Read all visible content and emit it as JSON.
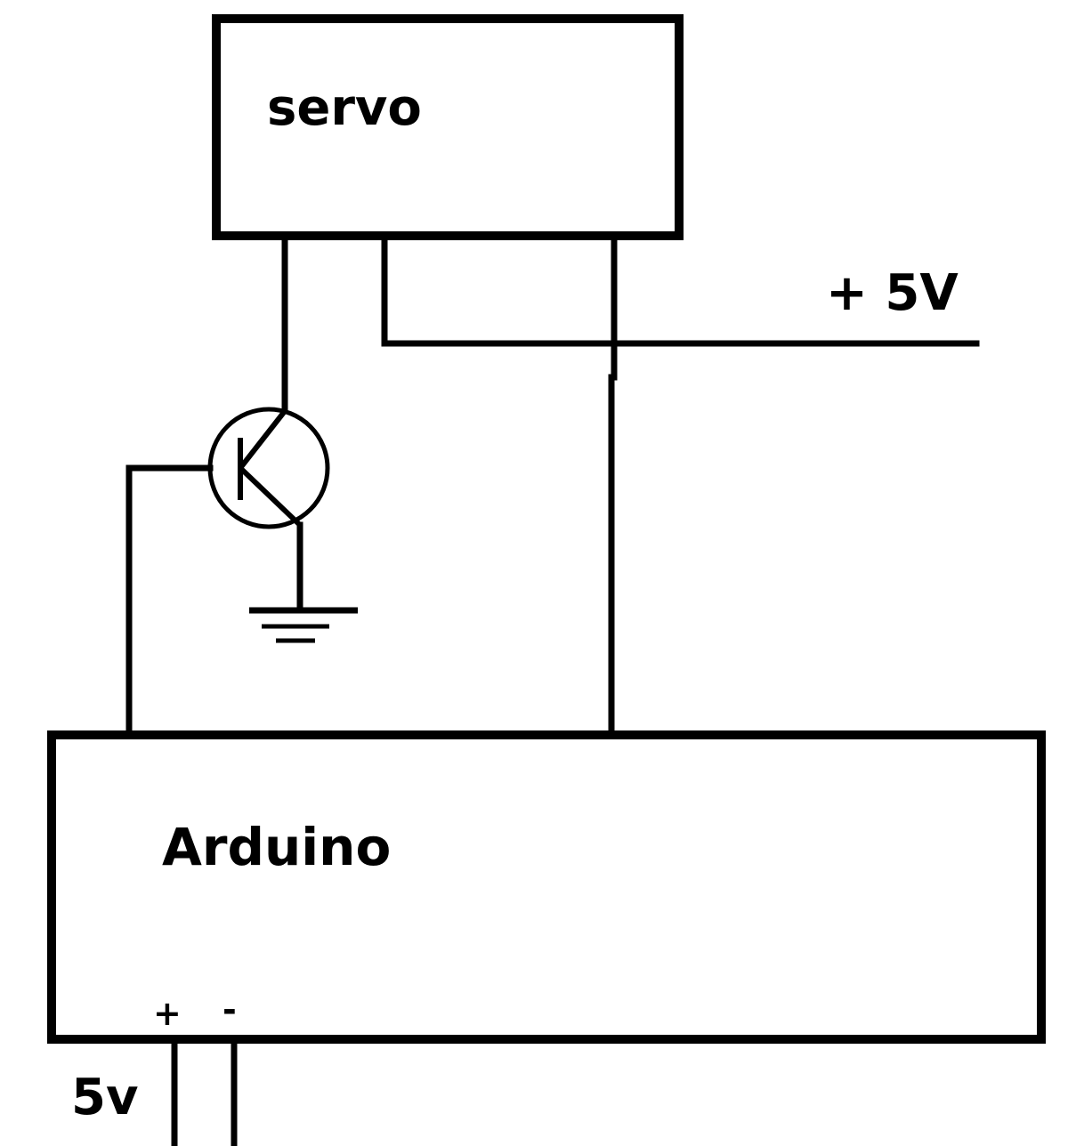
{
  "servo": {
    "label": "servo"
  },
  "supply": {
    "label": "+ 5V"
  },
  "transistor": {
    "type": "NPN"
  },
  "ground": {
    "symbol": "ground"
  },
  "arduino": {
    "label": "Arduino",
    "plus_label": "+",
    "minus_label": "-",
    "input_label": "5v"
  },
  "colors": {
    "line": "#000000",
    "background": "#ffffff"
  }
}
